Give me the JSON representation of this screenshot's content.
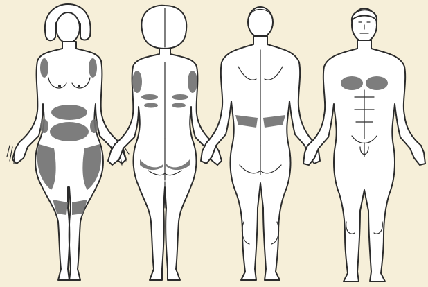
{
  "figure": {
    "background": "#f6efd9",
    "outline_color": "#2b2b2b",
    "zone_color": "#6f6f6f",
    "figures": [
      {
        "view": "female-front",
        "highlighted_regions": [
          "upper-arms",
          "abdomen",
          "flanks",
          "outer-thighs",
          "knees"
        ]
      },
      {
        "view": "female-back",
        "highlighted_regions": [
          "upper-arms",
          "back-rolls",
          "lower-buttocks"
        ]
      },
      {
        "view": "male-back",
        "highlighted_regions": [
          "love-handles"
        ]
      },
      {
        "view": "male-front",
        "highlighted_regions": [
          "chest"
        ]
      }
    ]
  }
}
